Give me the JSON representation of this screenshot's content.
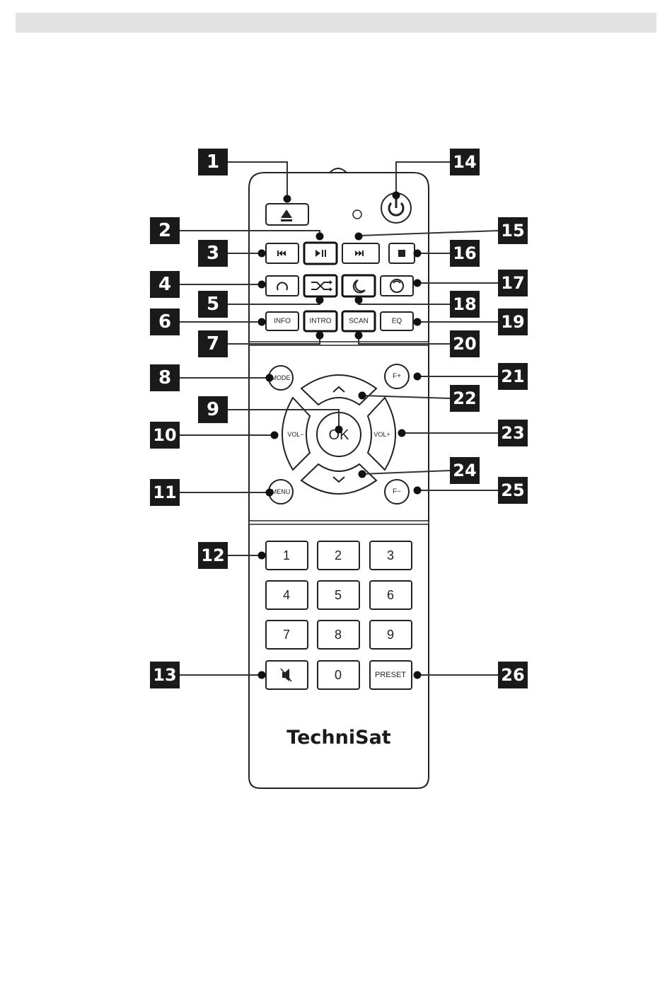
{
  "brand": "TechniSat",
  "buttons": {
    "info": "INFO",
    "intro": "INTRO",
    "scan": "SCAN",
    "eq": "EQ",
    "mode": "MODE",
    "f_plus": "F+",
    "f_minus": "F−",
    "ok": "OK",
    "vol_minus": "VOL−",
    "vol_plus": "VOL+",
    "menu": "MENU",
    "preset": "PRESET",
    "digits": [
      "1",
      "2",
      "3",
      "4",
      "5",
      "6",
      "7",
      "8",
      "9",
      "0"
    ]
  },
  "callouts": [
    "1",
    "2",
    "3",
    "4",
    "5",
    "6",
    "7",
    "8",
    "9",
    "10",
    "11",
    "12",
    "13",
    "14",
    "15",
    "16",
    "17",
    "18",
    "19",
    "20",
    "21",
    "22",
    "23",
    "24",
    "25",
    "26"
  ],
  "icons": {
    "eject": "eject-icon",
    "power": "power-icon",
    "play_pause": "play-pause-icon",
    "prev": "skip-back-icon",
    "next": "skip-forward-icon",
    "stop": "stop-icon",
    "repeat": "repeat-icon",
    "shuffle": "shuffle-icon",
    "sleep": "moon-icon",
    "repeat_all": "repeat-all-icon",
    "mute": "mute-icon",
    "up": "chevron-up-icon",
    "down": "chevron-down-icon"
  }
}
